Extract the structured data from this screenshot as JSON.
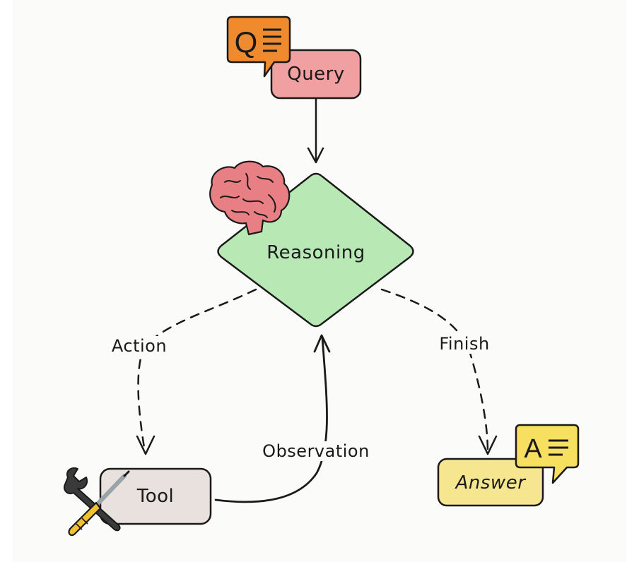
{
  "diagram": {
    "nodes": {
      "query": {
        "label": "Query",
        "color": "#f0a0a0",
        "icon": "query-speech-bubble-icon",
        "icon_color": "#ef8a2f",
        "icon_letter": "Q"
      },
      "reasoning": {
        "label": "Reasoning",
        "color": "#b8e8b4",
        "icon": "brain-icon",
        "icon_color": "#e87f85"
      },
      "tool": {
        "label": "Tool",
        "color": "#e8e1dd",
        "icon": "wrench-screwdriver-icon"
      },
      "answer": {
        "label": "Answer",
        "color": "#f7e690",
        "icon": "answer-speech-bubble-icon",
        "icon_color": "#f7e05f",
        "icon_letter": "A"
      }
    },
    "edges": {
      "query_to_reasoning": {
        "style": "solid"
      },
      "action": {
        "label": "Action",
        "style": "dashed"
      },
      "observation": {
        "label": "Observation",
        "style": "solid"
      },
      "finish": {
        "label": "Finish",
        "style": "dashed"
      }
    }
  }
}
